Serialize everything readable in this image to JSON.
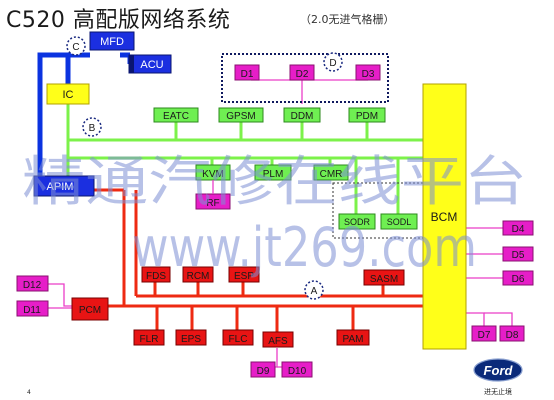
{
  "title": "C520 高配版网络系统",
  "subtitle": "（2.0无进气格栅）",
  "colors": {
    "green_bus": "#7cf24a",
    "red_bus": "#ee2a12",
    "blue_bus": "#0b33e0",
    "magenta_bus": "#ea3ec8",
    "green_node": "#6fef52",
    "red_node": "#e81414",
    "magenta_node": "#e61ec8",
    "yellow_node": "#ffff19",
    "blue_node": "#1b2fe0",
    "dark_blue_node": "#0e1a80"
  },
  "nodes": {
    "mfd": "MFD",
    "acu": "ACU",
    "ic": "IC",
    "apim": "APIM",
    "eatc": "EATC",
    "gpsm": "GPSM",
    "ddm": "DDM",
    "pdm": "PDM",
    "kvm": "KVM",
    "rf": "RF",
    "plm": "PLM",
    "cmr": "CMR",
    "sodr": "SODR",
    "sodl": "SODL",
    "bcm": "BCM",
    "fds": "FDS",
    "rcm": "RCM",
    "esp": "ESP",
    "sasm": "SASM",
    "pcm": "PCM",
    "flr": "FLR",
    "eps": "EPS",
    "flc": "FLC",
    "afs": "AFS",
    "pam": "PAM",
    "d1": "D1",
    "d2": "D2",
    "d3": "D3",
    "d4": "D4",
    "d5": "D5",
    "d6": "D6",
    "d7": "D7",
    "d8": "D8",
    "d9": "D9",
    "d10": "D10",
    "d11": "D11",
    "d12": "D12"
  },
  "bus_labels": {
    "a": "A",
    "b": "B",
    "c": "C",
    "d": "D"
  },
  "watermark": {
    "line1": "精通汽修在线平台",
    "line2": "www.jt269.com"
  },
  "logo": {
    "brand": "Ford",
    "tagline": "进无止境"
  },
  "page_number": "4"
}
